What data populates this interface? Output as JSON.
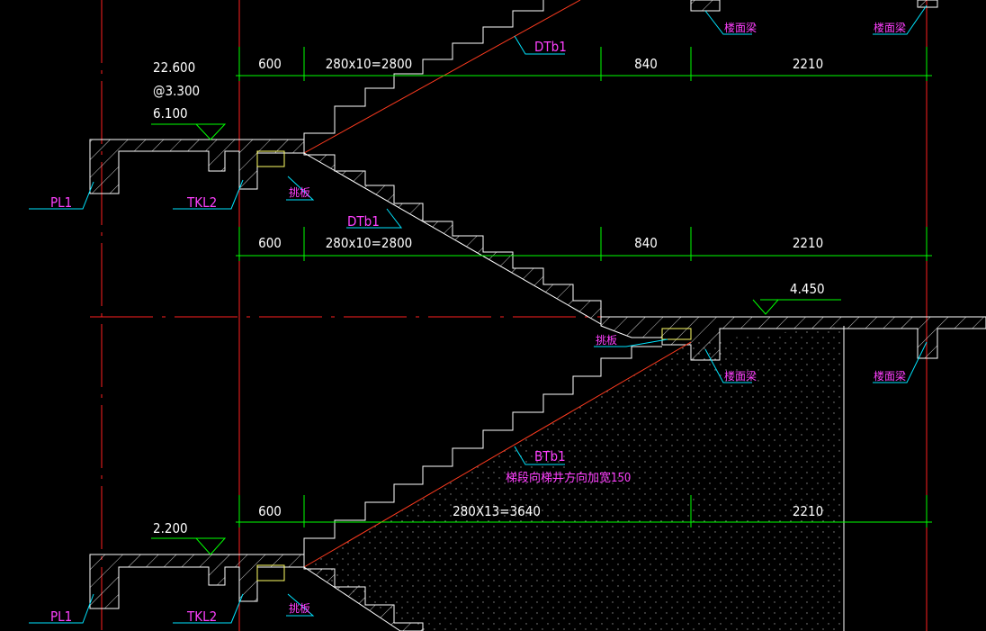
{
  "colors": {
    "background": "#000000",
    "axis": "#ff2020",
    "dimension": "#00ff00",
    "outline": "#ffffff",
    "leader": "#00e5ff",
    "label": "#ff40ff",
    "elev_symbol": "#00ff00",
    "slope_line": "#ff3b1f",
    "ledge": "#ffff66"
  },
  "dim_rows": {
    "top": {
      "d1": "600",
      "d2": "280x10=2800",
      "d3": "840",
      "d4": "2210"
    },
    "middle": {
      "d1": "600",
      "d2": "280x10=2800",
      "d3": "840",
      "d4": "2210"
    },
    "bottom": {
      "d1": "600",
      "d2": "280X13=3640",
      "d4": "2210"
    }
  },
  "elevations": {
    "upper_left": {
      "line1": "22.600",
      "line2": "@3.300",
      "line3": "6.100"
    },
    "landing_right": "4.450",
    "lower_left": "2.200"
  },
  "labels": {
    "pl1_upper": "PL1",
    "tkl2_upper": "TKL2",
    "tiaoban_upper": "挑板",
    "dtb1_top": "DTb1",
    "dtb1_mid": "DTb1",
    "tiaoban_mid": "挑板",
    "beam_top_a": "楼面梁",
    "beam_top_b": "楼面梁",
    "beam_mid_a": "楼面梁",
    "beam_mid_b": "楼面梁",
    "btb1": "BTb1",
    "btb1_note": "梯段向梯井方向加宽150",
    "pl1_lower": "PL1",
    "tkl2_lower": "TKL2",
    "tiaoban_lower": "挑板"
  }
}
